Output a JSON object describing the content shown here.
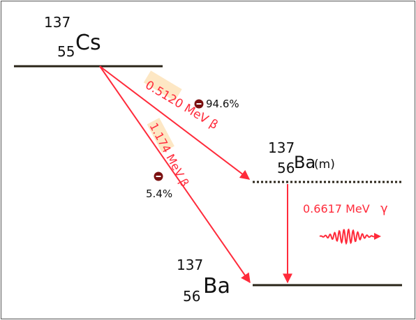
{
  "nuclides": {
    "parent": {
      "mass": "137",
      "atomic": "55",
      "symbol": "Cs"
    },
    "metastable": {
      "mass": "137",
      "atomic": "56",
      "symbol": "Ba",
      "suffix": "(m)"
    },
    "ground": {
      "mass": "137",
      "atomic": "56",
      "symbol": "Ba"
    }
  },
  "transitions": {
    "beta1": {
      "label": "0.5120 MeV β",
      "percent": "94.6%"
    },
    "beta2": {
      "label": "1.174 MeV β",
      "percent": "5.4%"
    },
    "gamma": {
      "label": "0.6617 MeV",
      "symbol": "γ"
    }
  },
  "colors": {
    "transition": "#ff2a3a",
    "level": "#2a2418",
    "highlight": "#fde7c4",
    "electron": "#7a1010"
  }
}
